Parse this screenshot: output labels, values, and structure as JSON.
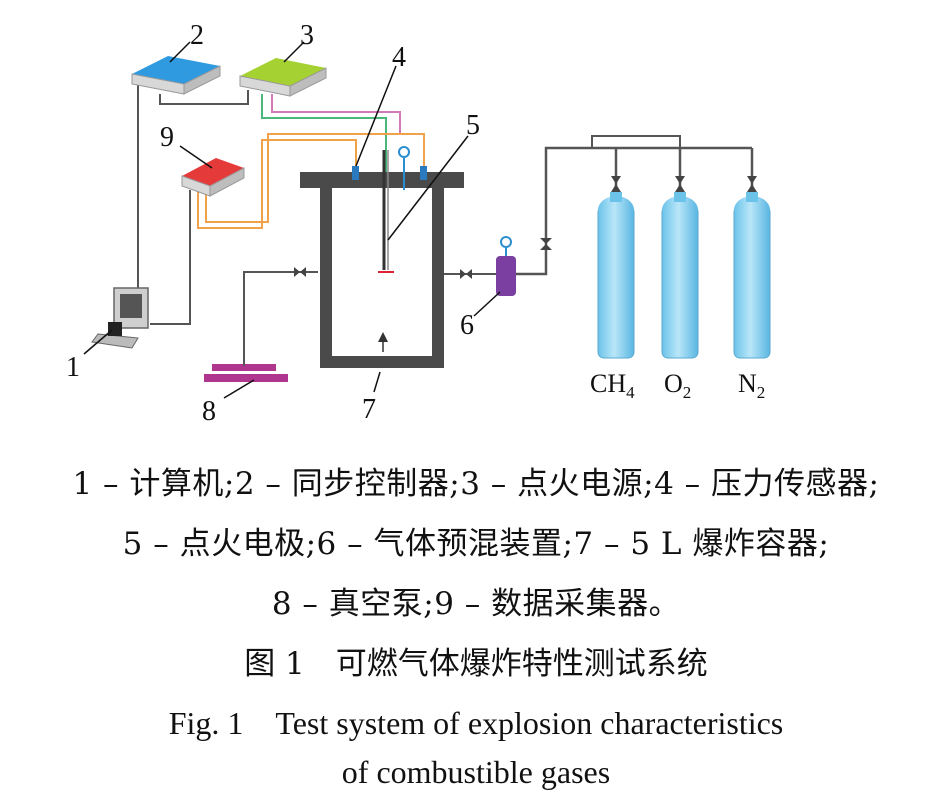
{
  "labels": {
    "n1": "1",
    "n2": "2",
    "n3": "3",
    "n4": "4",
    "n5": "5",
    "n6": "6",
    "n7": "7",
    "n8": "8",
    "n9": "9"
  },
  "gases": {
    "ch4": {
      "base": "CH",
      "sub": "4"
    },
    "o2": {
      "base": "O",
      "sub": "2"
    },
    "n2": {
      "base": "N",
      "sub": "2"
    }
  },
  "legend": {
    "line1": "1 – 计算机;2 – 同步控制器;3 – 点火电源;4 – 压力传感器;",
    "line2": "5 – 点火电极;6 – 气体预混装置;7 – 5 L 爆炸容器;",
    "line3": "8 – 真空泵;9 – 数据采集器。"
  },
  "figure": {
    "title_cn": "图 1　可燃气体爆炸特性测试系统",
    "title_en_line1": "Fig. 1　Test system of explosion characteristics",
    "title_en_line2": "of combustible gases"
  },
  "colors": {
    "sync_controller": "#2f9ae0",
    "ignition_power": "#a6d132",
    "data_acquisition": "#e53a3a",
    "vessel": "#4a4a4a",
    "premix": "#7a3fa0",
    "vacuum_pump": "#b0358f",
    "cylinder": "#8fd3f2",
    "wire_orange": "#f0a24a",
    "wire_green": "#4ab87a",
    "wire_pink": "#d07ab8"
  }
}
